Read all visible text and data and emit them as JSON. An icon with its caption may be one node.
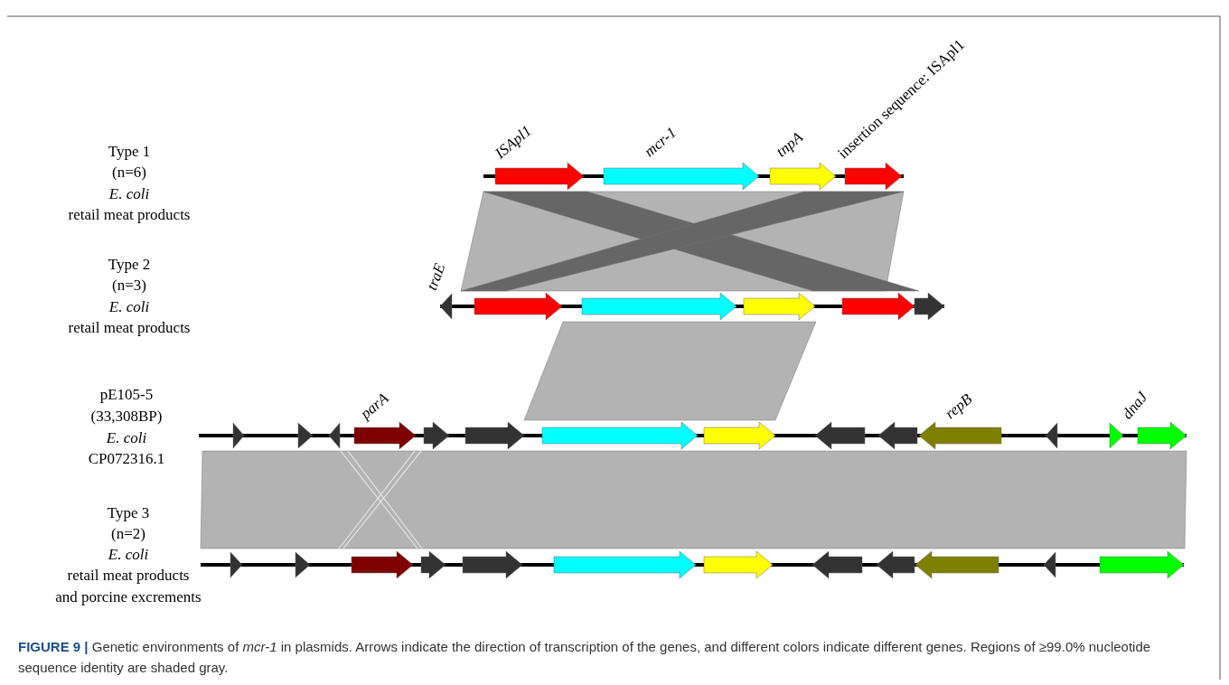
{
  "diagram": {
    "caption": "**FIGURE 9 |** Genetic environments of *mcr-1* in plasmids. Arrows indicate the direction of transcription of the genes, and different colors indicate different genes. Regions of ≥99.0% nucleotide sequence identity are shaded gray.",
    "labels": [
      "ISApl1",
      "mcr-1",
      "tnpA",
      "insertion sequence: ISApl1",
      "Type 1",
      "(n=6)",
      "E. coli",
      "retail meat products",
      "traE",
      "Type 2",
      "(n=3)",
      "E. coli",
      "retail meat products",
      "parA",
      "repB",
      "dnaJ",
      "pE105-5",
      "(33,308BP)",
      "E. coli",
      "CP072316.1",
      "Type 3",
      "(n=2)",
      "E. coli",
      "retail meat products",
      "and porcine excrements"
    ]
  }
}
